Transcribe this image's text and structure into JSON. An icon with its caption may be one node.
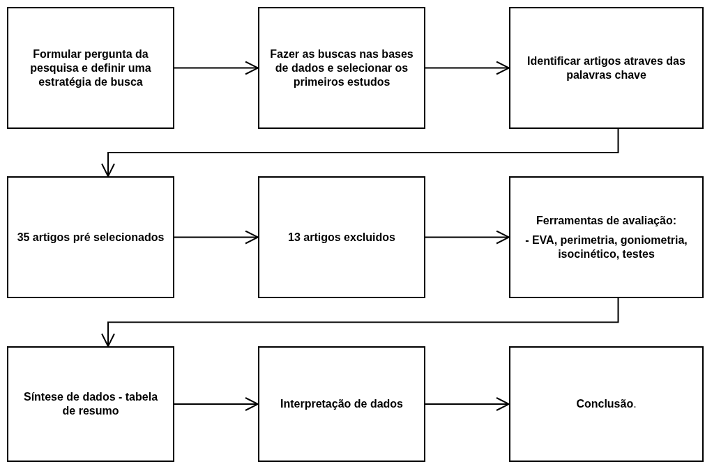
{
  "diagram": {
    "nodes": [
      {
        "text": [
          "Formular pergunta da pesquisa e definir uma estratégia de busca"
        ]
      },
      {
        "text": [
          "Fazer as buscas nas bases de dados e selecionar os primeiros estudos"
        ]
      },
      {
        "text": [
          "Identificar artigos atraves das palavras chave"
        ]
      },
      {
        "text": [
          "35 artigos pré selecionados"
        ]
      },
      {
        "text": [
          "13 artigos excluidos"
        ]
      },
      {
        "text": [
          "Ferramentas de avaliação:",
          "- EVA, perimetria, goniometria, isocinético, testes"
        ]
      },
      {
        "text": [
          "Síntese de dados - tabela de resumo"
        ]
      },
      {
        "text": [
          "Interpretação de dados"
        ]
      },
      {
        "text": [
          "**Conclusão**."
        ]
      }
    ],
    "edges": [
      {
        "from": 0,
        "to": 1,
        "arrow": "to"
      },
      {
        "from": 1,
        "to": 2,
        "arrow": "to"
      },
      {
        "from": 2,
        "to": 3,
        "arrow": "to"
      },
      {
        "from": 3,
        "to": 4,
        "arrow": "to"
      },
      {
        "from": 4,
        "to": 5,
        "arrow": "to"
      },
      {
        "from": 5,
        "to": 6,
        "arrow": "to"
      },
      {
        "from": 6,
        "to": 7,
        "arrow": "to"
      },
      {
        "from": 7,
        "to": 8,
        "arrow": "to"
      }
    ]
  }
}
